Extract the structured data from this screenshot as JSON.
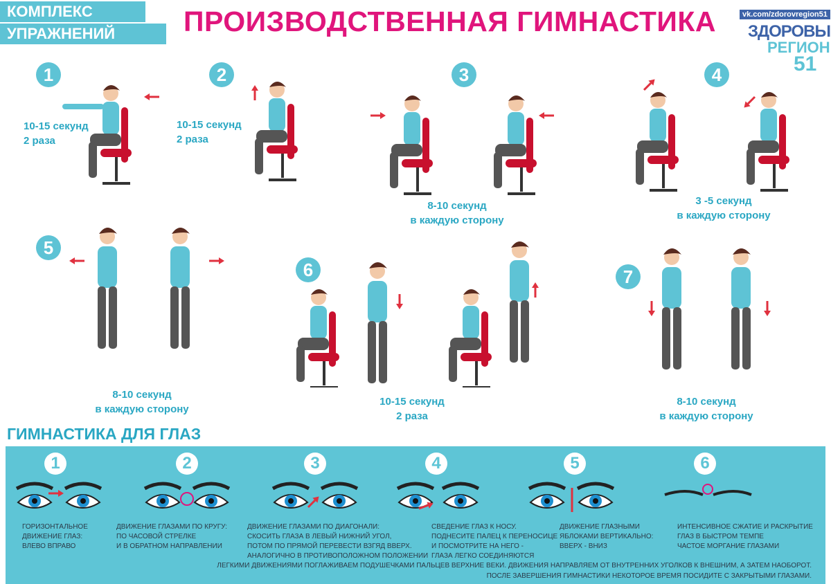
{
  "header": {
    "tag_line1": "КОМПЛЕКС",
    "tag_line2": "УПРАЖНЕНИЙ",
    "title": "ПРОИЗВОДСТВЕННАЯ ГИМНАСТИКА"
  },
  "logo": {
    "url": "vk.com/zdorovregion51",
    "line1": "ЗДОРОВЫЙ",
    "line2": "РЕГИОН",
    "line3": "51"
  },
  "exercises": [
    {
      "number": "1",
      "line1": "10-15 секунд",
      "line2": "2 раза"
    },
    {
      "number": "2",
      "line1": "10-15 секунд",
      "line2": "2 раза"
    },
    {
      "number": "3",
      "line1": "8-10 секунд",
      "line2": "в каждую сторону"
    },
    {
      "number": "4",
      "line1": "3 -5 секунд",
      "line2": "в каждую сторону"
    },
    {
      "number": "5",
      "line1": "8-10 секунд",
      "line2": "в каждую сторону"
    },
    {
      "number": "6",
      "line1": "10-15 секунд",
      "line2": "2 раза"
    },
    {
      "number": "7",
      "line1": "8-10 секунд",
      "line2": "в каждую сторону"
    }
  ],
  "eyes": {
    "title": "ГИМНАСТИКА ДЛЯ ГЛАЗ",
    "items": [
      {
        "number": "1",
        "text": [
          "Горизонтальное",
          "движение глаз:",
          "влево вправо"
        ]
      },
      {
        "number": "2",
        "text": [
          "Движение глазами по кругу:",
          "по часовой стрелке",
          "и в обратном направлении"
        ]
      },
      {
        "number": "3",
        "text": [
          "Движение глазами по диагонали:",
          "скосить глаза в левый нижний угол,",
          "потом по прямой перевести взгяд вверх.",
          "Аналогично в противоположном положении"
        ]
      },
      {
        "number": "4",
        "text": [
          "Сведение глаз к носу.",
          "Поднесите палец к переносице",
          "и посмотрите на него -",
          "глаза легко соединяются"
        ]
      },
      {
        "number": "5",
        "text": [
          "Движение глазными",
          "яблоками вертикально:",
          "вверх - вниз"
        ]
      },
      {
        "number": "6",
        "text": [
          "Интенсивное сжатие и раскрытие",
          "глаз в быстром темпе",
          "частое моргание глазами"
        ]
      }
    ],
    "footer1": "ЛЕГКИМИ ДВИЖЕНИЯМИ ПОГЛАЖИВАЕМ ПОДУШЕЧКАМИ ПАЛЬЦЕВ ВЕРХНИЕ ВЕКИ.  ДВИЖЕНИЯ НАПРАВЛЯЕМ ОТ ВНУТРЕННИХ УГОЛКОВ К ВНЕШНИМ, А ЗАТЕМ НАОБОРОТ.",
    "footer2": "ПОСЛЕ ЗАВЕРШЕНИЯ ГИМНАСТИКИ НЕКОТОРОЕ ВРЕМЯ ПОСИДИТЕ С ЗАКРЫТЫМИ ГЛАЗАМИ."
  },
  "colors": {
    "teal": "#5ec3d5",
    "magenta": "#e0157c",
    "chair": "#c8102e",
    "arrow": "#e0313f"
  }
}
